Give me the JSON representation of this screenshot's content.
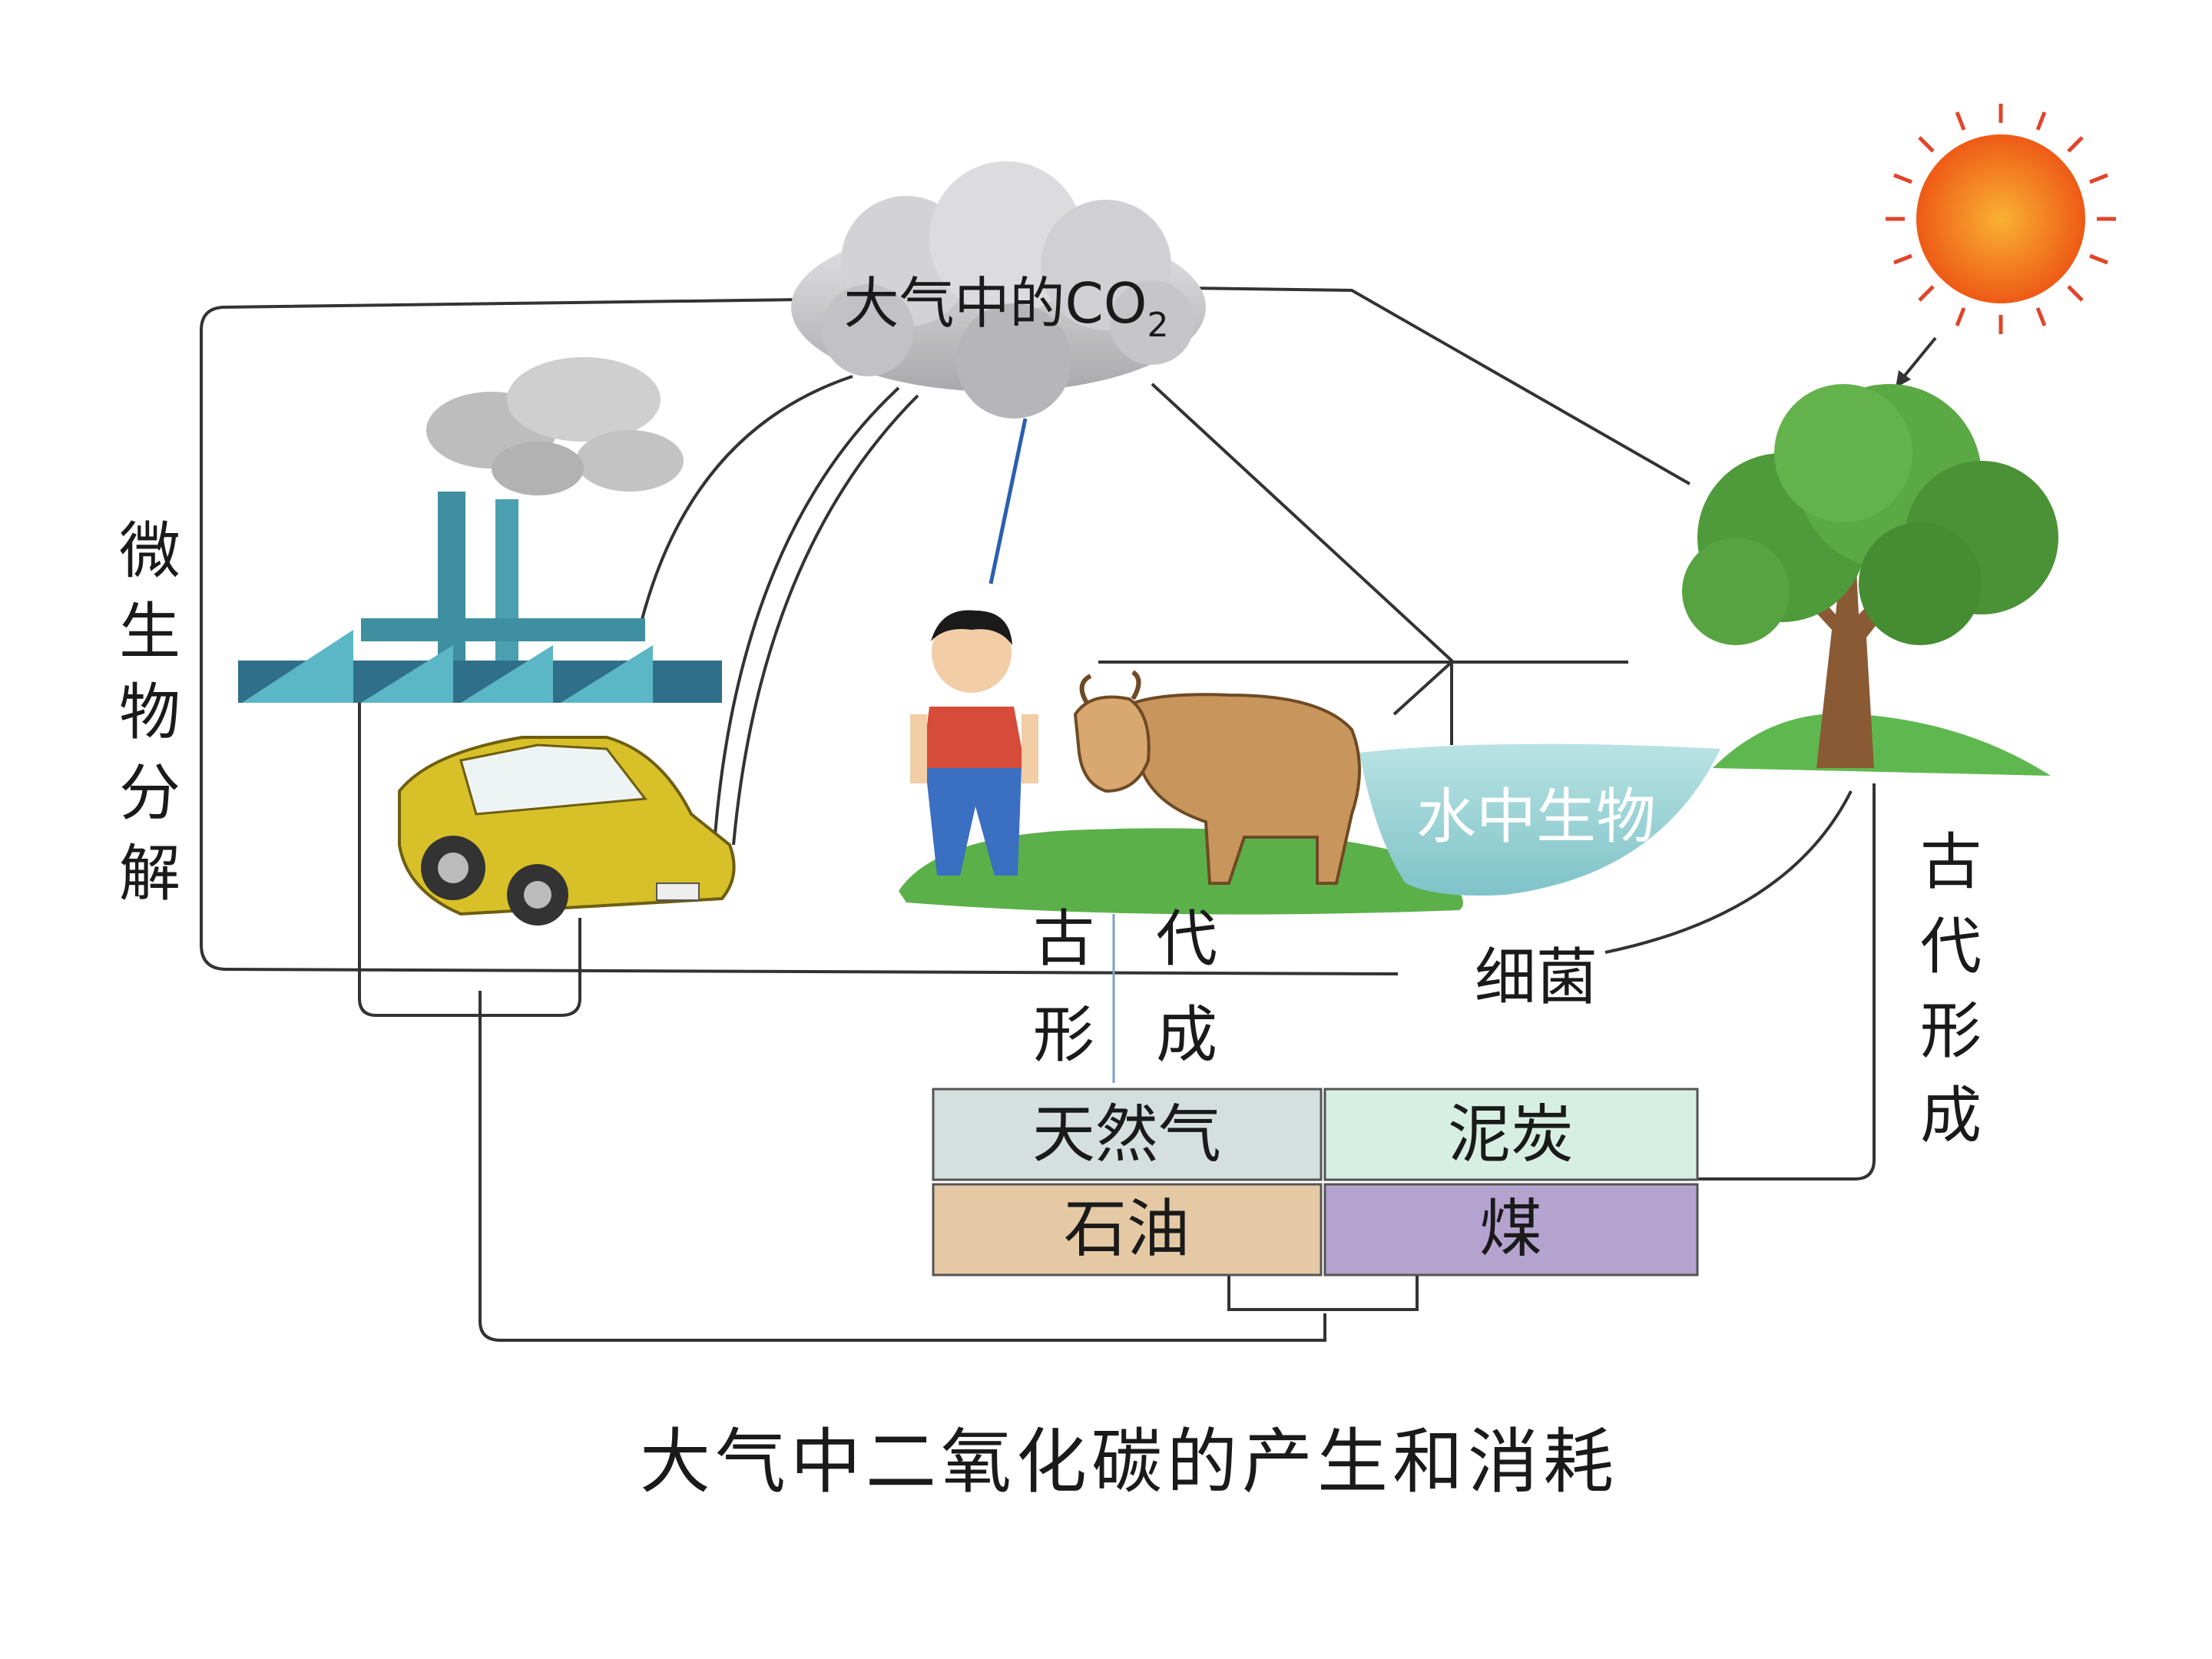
{
  "cloud": {
    "prefix": "大气中的CO",
    "subscript": "2"
  },
  "left_side_label": [
    "微",
    "生",
    "物",
    "分",
    "解"
  ],
  "right_side_label": [
    "古",
    "代",
    "形",
    "成"
  ],
  "center_vertical_label": {
    "col1": [
      "古",
      "形"
    ],
    "col2": [
      "代",
      "成"
    ]
  },
  "water_label": "水中生物",
  "bacteria_label": "细菌",
  "fuels": [
    {
      "label": "天然气",
      "color": "#d5dfe0"
    },
    {
      "label": "泥炭",
      "color": "#d7efe3"
    },
    {
      "label": "石油",
      "color": "#e4c9a4"
    },
    {
      "label": "煤",
      "color": "#b5a3cf"
    }
  ],
  "caption": "大气中二氧化碳的产生和消耗",
  "colors": {
    "cloud": "#cfcfd1",
    "sun": "#f26a1b",
    "tree": "#4f9a3a",
    "grass": "#5bb04a",
    "water": "#9fd3d5",
    "car": "#d8c128",
    "factory": "#3e8fa0",
    "cow": "#c8955c"
  },
  "icons": [
    "sun-icon",
    "tree-icon",
    "factory-icon",
    "car-icon",
    "boy-icon",
    "cow-icon",
    "cloud-icon"
  ]
}
